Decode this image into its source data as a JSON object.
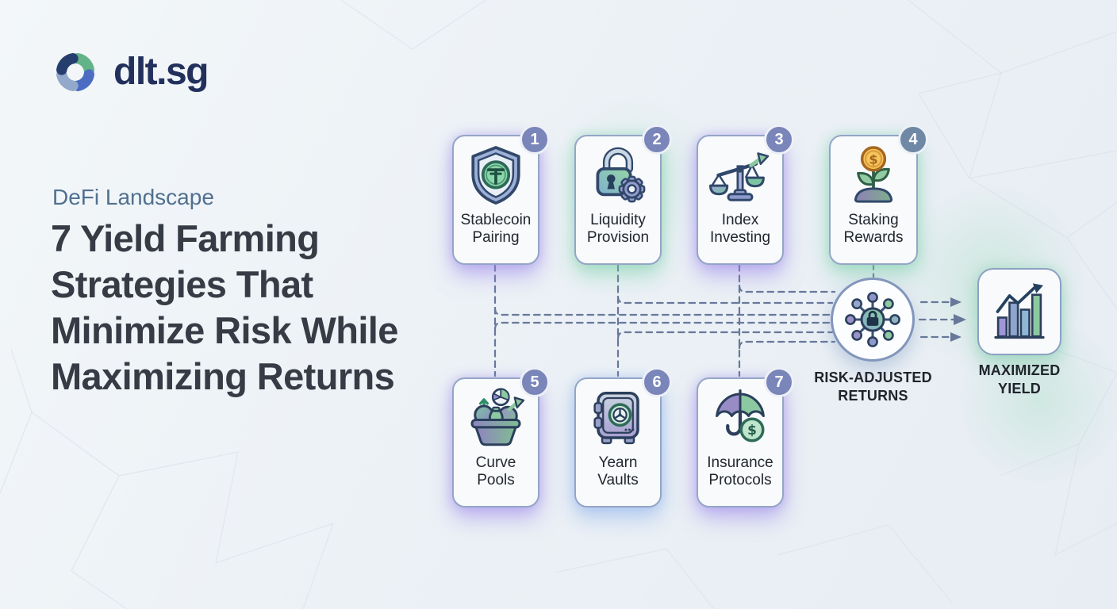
{
  "brand": {
    "name": "dlt.sg"
  },
  "header": {
    "eyebrow": "DeFi Landscape",
    "title_lines": [
      "7 Yield Farming",
      "Strategies That",
      "Minimize Risk While",
      "Maximizing Returns"
    ]
  },
  "strategies": [
    {
      "number": "1",
      "label_lines": [
        "Stablecoin",
        "Pairing"
      ],
      "icon": "shield-stablecoin-icon",
      "accent": "#9c86e8"
    },
    {
      "number": "2",
      "label_lines": [
        "Liquidity",
        "Provision"
      ],
      "icon": "lock-gear-icon",
      "accent": "#7fd4a6"
    },
    {
      "number": "3",
      "label_lines": [
        "Index",
        "Investing"
      ],
      "icon": "balance-scale-icon",
      "accent": "#9c86e8"
    },
    {
      "number": "4",
      "label_lines": [
        "Staking",
        "Rewards"
      ],
      "icon": "coin-plant-icon",
      "accent": "#7fd4a6"
    },
    {
      "number": "5",
      "label_lines": [
        "Curve",
        "Pools"
      ],
      "icon": "pool-basket-icon",
      "accent": "#9c86e8"
    },
    {
      "number": "6",
      "label_lines": [
        "Yearn",
        "Vaults"
      ],
      "icon": "vault-icon",
      "accent": "#8fb0ea"
    },
    {
      "number": "7",
      "label_lines": [
        "Insurance",
        "Protocols"
      ],
      "icon": "umbrella-coin-icon",
      "accent": "#9c86e8"
    }
  ],
  "hub": {
    "label_lines": [
      "RISK-ADJUSTED",
      "RETURNS"
    ],
    "icon": "network-lock-icon"
  },
  "outcome": {
    "label_lines": [
      "MAXIMIZED",
      "YIELD"
    ],
    "icon": "growth-chart-icon"
  },
  "palette": {
    "background": "#edf1f6",
    "card_border": "#94a5c7",
    "badge": "#7a86ba",
    "badge_alt": "#6f88a6",
    "connector": "#67789a",
    "title_text": "#363b45",
    "eyebrow_text": "#50708f",
    "label_text": "#23272f",
    "brand_navy": "#22305c",
    "brand_green": "#63b388",
    "brand_blue": "#4b6cc2"
  }
}
